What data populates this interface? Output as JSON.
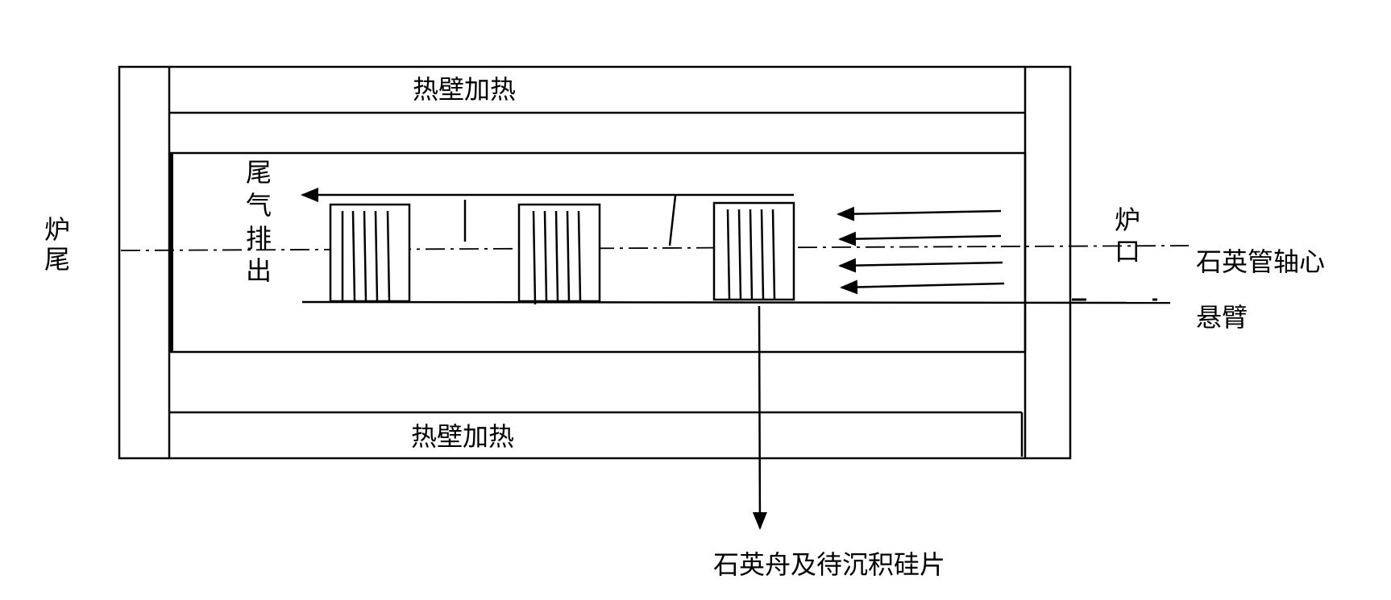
{
  "labels": {
    "top_heater": "热壁加热",
    "bottom_heater": "热壁加热",
    "furnace_tail_1": "炉",
    "furnace_tail_2": "尾",
    "exhaust_1": "尾",
    "exhaust_2": "气",
    "exhaust_3": "排",
    "exhaust_4": "出",
    "furnace_mouth_1": "炉",
    "furnace_mouth_2": "口",
    "tube_axis": "石英管轴心",
    "cantilever": "悬臂",
    "boat_and_wafers": "石英舟及待沉积硅片"
  },
  "colors": {
    "stroke": "#000000",
    "background": "#ffffff"
  }
}
